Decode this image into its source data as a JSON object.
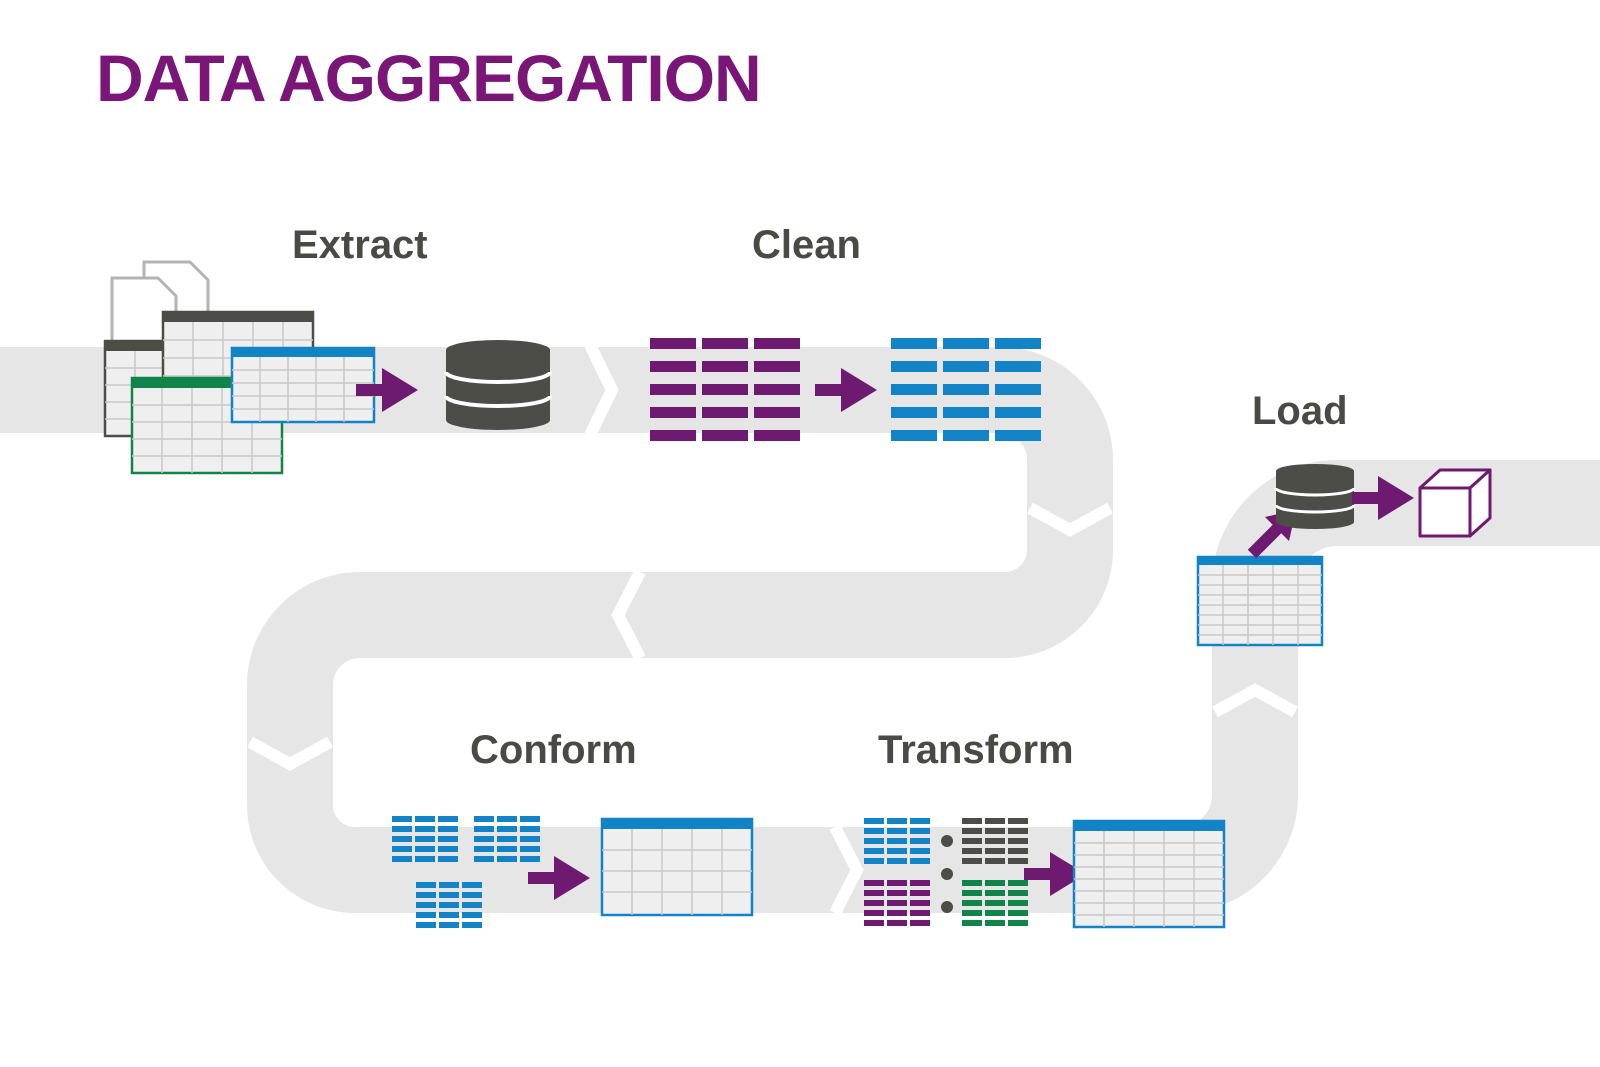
{
  "title": "DATA AGGREGATION",
  "stages": {
    "extract": "Extract",
    "clean": "Clean",
    "load": "Load",
    "conform": "Conform",
    "transform": "Transform"
  },
  "colors": {
    "title": "#7a1677",
    "stage_label": "#4a4a44",
    "path": "#e6e6e6",
    "purple": "#6e1a70",
    "blue": "#1283c6",
    "green": "#11844a",
    "dark": "#4d4d47",
    "doc_outline": "#b3b3b3",
    "cell_fill": "#efefef"
  },
  "icons": {
    "source_documents": "document-stack-icon",
    "database": "database-icon",
    "cube": "cube-icon",
    "arrow": "arrow-right-icon"
  }
}
